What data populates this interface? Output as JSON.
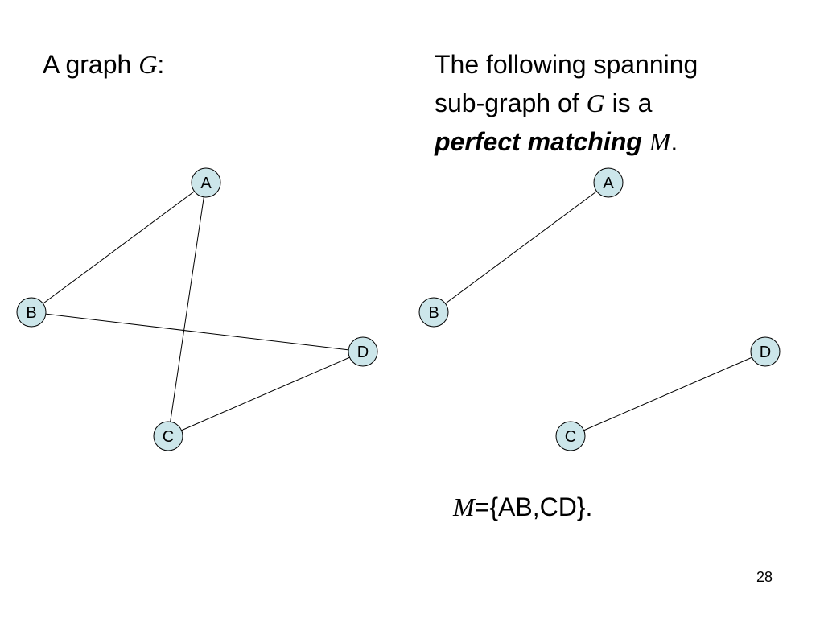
{
  "left_title": {
    "prefix": "A graph ",
    "graph_symbol": "G",
    "suffix": ":"
  },
  "right_title": {
    "line1": "The following spanning",
    "line2_prefix": "sub-graph of ",
    "line2_symbol": "G",
    "line2_suffix": " is a",
    "line3_emphasis": "perfect matching",
    "line3_space": " ",
    "line3_symbol": "M",
    "line3_suffix": "."
  },
  "matching_set": {
    "symbol": "M",
    "equals": "=",
    "set": "{AB,CD}."
  },
  "page_number": "28",
  "colors": {
    "node_fill": "#cce6ea",
    "node_stroke": "#000000",
    "edge": "#000000",
    "background": "#ffffff"
  },
  "graph_g": {
    "nodes": [
      "A",
      "B",
      "C",
      "D"
    ],
    "edges": [
      [
        "A",
        "B"
      ],
      [
        "A",
        "C"
      ],
      [
        "B",
        "D"
      ],
      [
        "C",
        "D"
      ]
    ]
  },
  "matching_m": {
    "nodes": [
      "A",
      "B",
      "C",
      "D"
    ],
    "edges": [
      [
        "A",
        "B"
      ],
      [
        "C",
        "D"
      ]
    ]
  }
}
